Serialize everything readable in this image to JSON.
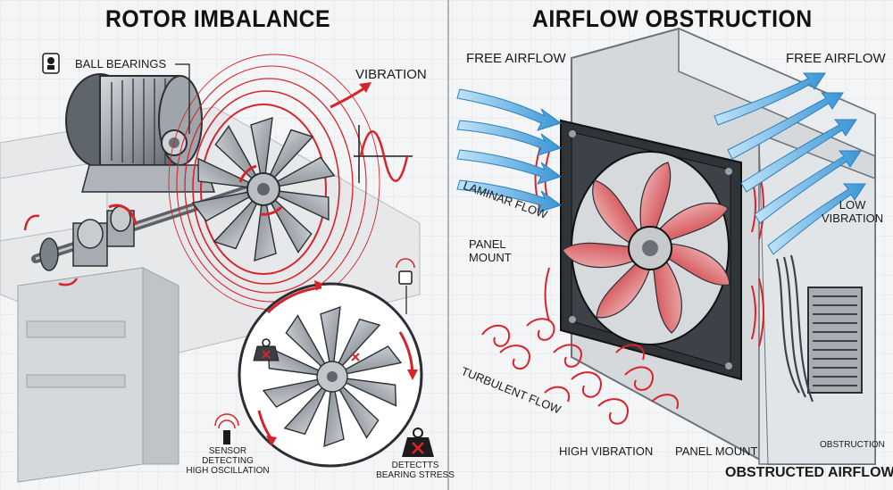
{
  "left_panel": {
    "title": "ROTOR IMBALANCE",
    "labels": {
      "ball_bearings": "BALL BEARINGS",
      "vibration": "VIBRATION",
      "sensor": [
        "SENSOR",
        "DETECTING",
        "HIGH OSCILLATION"
      ],
      "bearing_stress": [
        "DETECTTS",
        "BEARING STRESS"
      ]
    }
  },
  "right_panel": {
    "title": "AIRFLOW OBSTRUCTION",
    "labels": {
      "free_airflow_left": "FREE AIRFLOW",
      "free_airflow_right": "FREE AIRFLOW",
      "laminar_flow": "LAMINAR FLOW",
      "panel_mount_left": [
        "PANEL",
        "MOUNT"
      ],
      "low_vibration": [
        "LOW",
        "VIBRATION"
      ],
      "turbulent_flow": "TURBULENT FLOW",
      "high_vibration": "HIGH VIBRATION",
      "panel_mount_bottom": "PANEL MOUNT",
      "obstruction": "OBSTRUCTION",
      "obstructed_airflow": "OBSTRUCTED AIRFLOW"
    }
  },
  "colors": {
    "accent_red": "#d9232a",
    "airflow_blue": "#4fa8df",
    "metal": "#8f969c",
    "dark": "#2b2f33"
  },
  "icons": [
    "bearing-icon",
    "sensor-icon",
    "weight-icon",
    "warning-weight-icon",
    "wave-graph-icon"
  ]
}
